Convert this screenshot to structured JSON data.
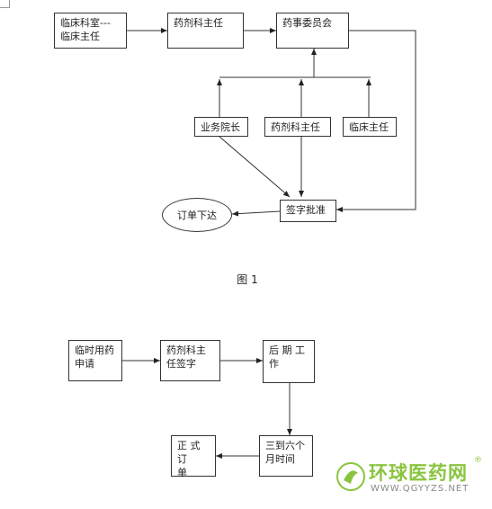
{
  "figure1": {
    "caption": "图 1",
    "nodes": {
      "clinical_dept": "临床科室---\n临床主任",
      "pharmacy_director_top": "药剂科主任",
      "pharmacy_committee": "药事委员会",
      "business_dean": "业务院长",
      "pharmacy_director_mid": "药剂科主任",
      "clinical_director": "临床主任",
      "sign_approve": "签字批准",
      "order_issue": "订单下达"
    }
  },
  "figure2": {
    "nodes": {
      "temp_drug_application": "临时用药\n申请",
      "pharmacy_director_sign": "药剂科主\n任签字",
      "follow_up_work": "后 期 工\n作",
      "three_to_six_months": "三到六个\n月时间",
      "formal_order": "正 式 订\n单"
    }
  },
  "watermark": {
    "brand": "环球医药网",
    "url": "WWW.QGYYZS.NET",
    "registered": "®"
  }
}
